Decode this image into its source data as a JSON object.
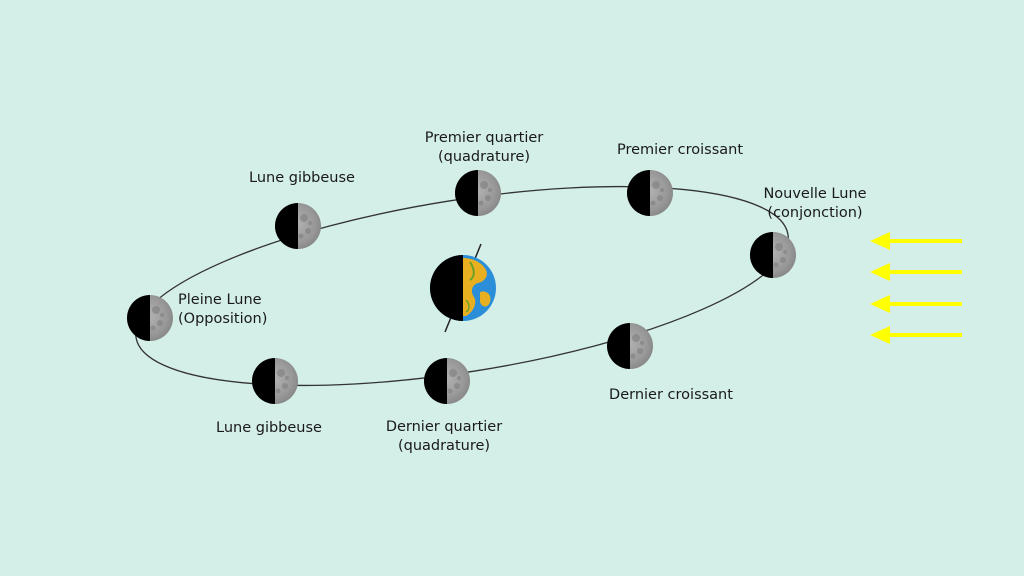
{
  "phases": [
    {
      "id": "pleine-lune",
      "line1": "Pleine Lune",
      "line2": "(Opposition)"
    },
    {
      "id": "lune-gibbeuse-top",
      "line1": "Lune gibbeuse",
      "line2": ""
    },
    {
      "id": "premier-quartier",
      "line1": "Premier quartier",
      "line2": "(quadrature)"
    },
    {
      "id": "premier-croissant",
      "line1": "Premier croissant",
      "line2": ""
    },
    {
      "id": "nouvelle-lune",
      "line1": "Nouvelle Lune",
      "line2": "(conjonction)"
    },
    {
      "id": "dernier-croissant",
      "line1": "Dernier croissant",
      "line2": ""
    },
    {
      "id": "dernier-quartier",
      "line1": "Dernier quartier",
      "line2": "(quadrature)"
    },
    {
      "id": "lune-gibbeuse-bottom",
      "line1": "Lune gibbeuse",
      "line2": ""
    }
  ],
  "colors": {
    "background": "#d4eee8",
    "orbit": "#333333",
    "moon_dark": "#000000",
    "moon_lit": "#9a9a9a",
    "earth_ocean": "#2a8fd8",
    "earth_land": "#e8b020",
    "sunlight": "#ffff00"
  },
  "icons": {
    "earth": "earth-icon",
    "moon": "moon-icon",
    "sunlight": "sunlight-arrow-icon"
  }
}
